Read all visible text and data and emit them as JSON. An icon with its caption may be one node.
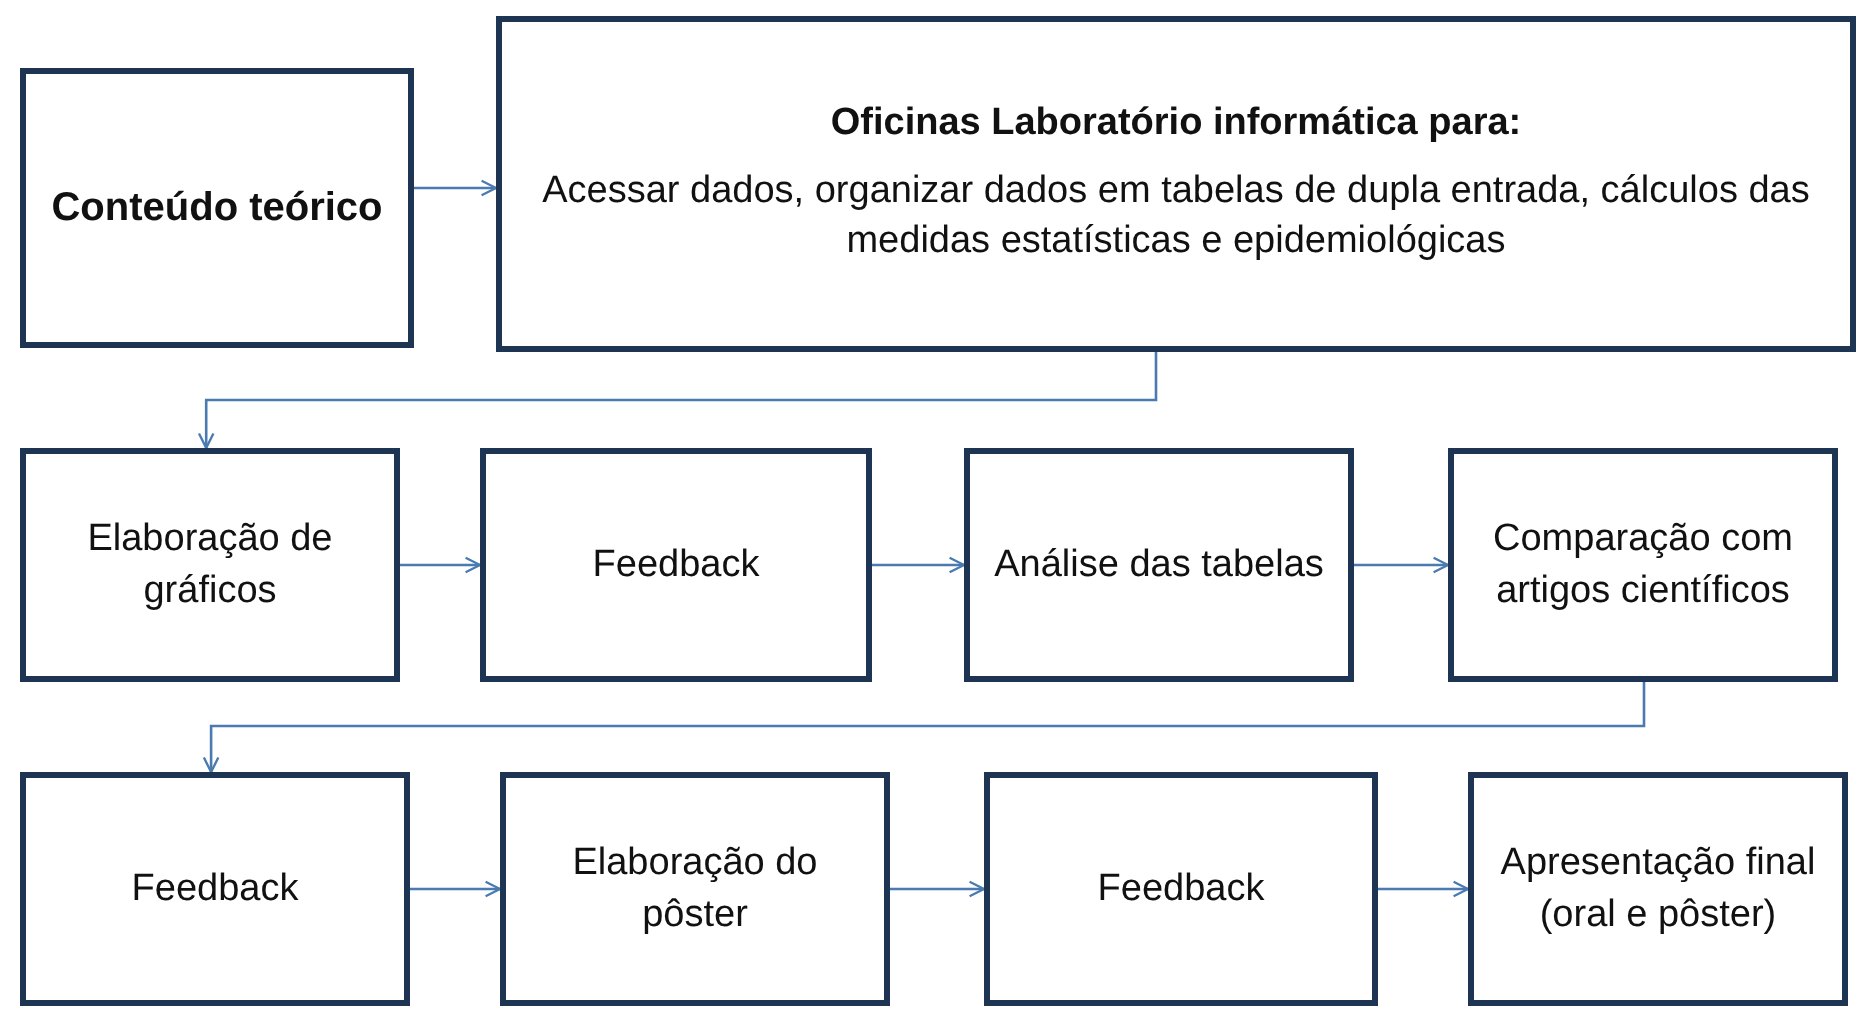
{
  "diagram": {
    "nodes": [
      {
        "text": [
          "Conteúdo teórico"
        ]
      },
      {
        "text": [
          "Oficinas Laboratório informática para:",
          "Acessar dados, organizar dados em tabelas de dupla entrada, cálculos das medidas estatísticas e epidemiológicas"
        ]
      },
      {
        "text": [
          "Elaboração de gráficos"
        ]
      },
      {
        "text": [
          "Feedback"
        ]
      },
      {
        "text": [
          "Análise das tabelas"
        ]
      },
      {
        "text": [
          "Comparação com artigos científicos"
        ]
      },
      {
        "text": [
          "Feedback"
        ]
      },
      {
        "text": [
          "Elaboração do pôster"
        ]
      },
      {
        "text": [
          "Feedback"
        ]
      },
      {
        "text": [
          "Apresentação final (oral e pôster)"
        ]
      }
    ],
    "edges": [
      {
        "from": 0,
        "to": 1,
        "arrow": "to"
      },
      {
        "from": 1,
        "to": 2,
        "arrow": "to"
      },
      {
        "from": 2,
        "to": 3,
        "arrow": "to"
      },
      {
        "from": 3,
        "to": 4,
        "arrow": "to"
      },
      {
        "from": 4,
        "to": 5,
        "arrow": "to"
      },
      {
        "from": 5,
        "to": 6,
        "arrow": "to"
      },
      {
        "from": 6,
        "to": 7,
        "arrow": "to"
      },
      {
        "from": 7,
        "to": 8,
        "arrow": "to"
      },
      {
        "from": 8,
        "to": 9,
        "arrow": "to"
      }
    ]
  }
}
